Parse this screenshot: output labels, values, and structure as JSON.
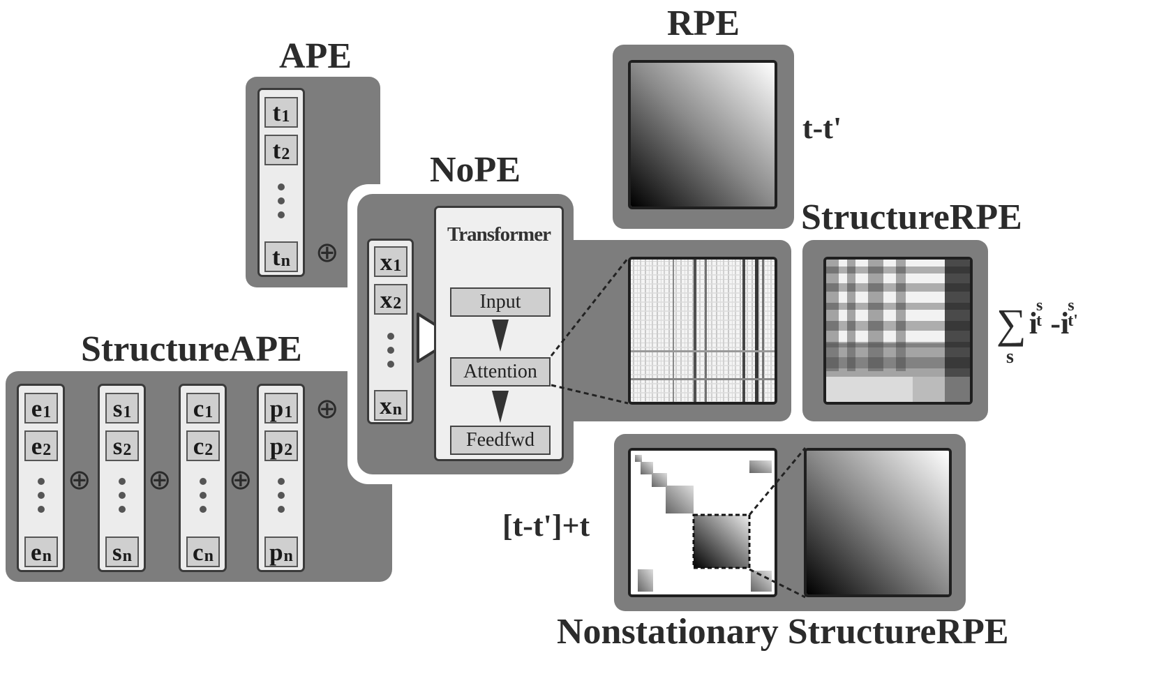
{
  "ape": {
    "title": "APE",
    "tokens": [
      {
        "b": "t",
        "s": "1"
      },
      {
        "b": "t",
        "s": "2"
      },
      {
        "b": "t",
        "s": "n"
      }
    ]
  },
  "structure_ape": {
    "title": "StructureAPE",
    "columns": [
      [
        {
          "b": "e",
          "s": "1"
        },
        {
          "b": "e",
          "s": "2"
        },
        {
          "b": "e",
          "s": "n"
        }
      ],
      [
        {
          "b": "s",
          "s": "1"
        },
        {
          "b": "s",
          "s": "2"
        },
        {
          "b": "s",
          "s": "n"
        }
      ],
      [
        {
          "b": "c",
          "s": "1"
        },
        {
          "b": "c",
          "s": "2"
        },
        {
          "b": "c",
          "s": "n"
        }
      ],
      [
        {
          "b": "p",
          "s": "1"
        },
        {
          "b": "p",
          "s": "2"
        },
        {
          "b": "p",
          "s": "n"
        }
      ]
    ]
  },
  "nope": {
    "title": "NoPE",
    "tokens": [
      {
        "b": "x",
        "s": "1"
      },
      {
        "b": "x",
        "s": "2"
      },
      {
        "b": "x",
        "s": "n"
      }
    ],
    "transformer": {
      "title": "Transformer",
      "input": "Input",
      "attention": "Attention",
      "feedfwd": "Feedfwd"
    }
  },
  "rpe": {
    "title": "RPE",
    "formula": "t-t'"
  },
  "structure_rpe": {
    "title": "StructureRPE",
    "formula": {
      "sum": "∑",
      "sum_sub": "s",
      "term1": "i",
      "term1_sup": "s",
      "term1_sub": "t",
      "minus": " -",
      "term2": "i",
      "term2_sup": "s",
      "term2_sub": "t'"
    }
  },
  "nonstationary": {
    "title": "Nonstationary StructureRPE",
    "formula": "[t-t']+t"
  },
  "colors": {
    "panel": "#7d7d7d",
    "token": "#cfcfcf",
    "column": "#ececec"
  }
}
